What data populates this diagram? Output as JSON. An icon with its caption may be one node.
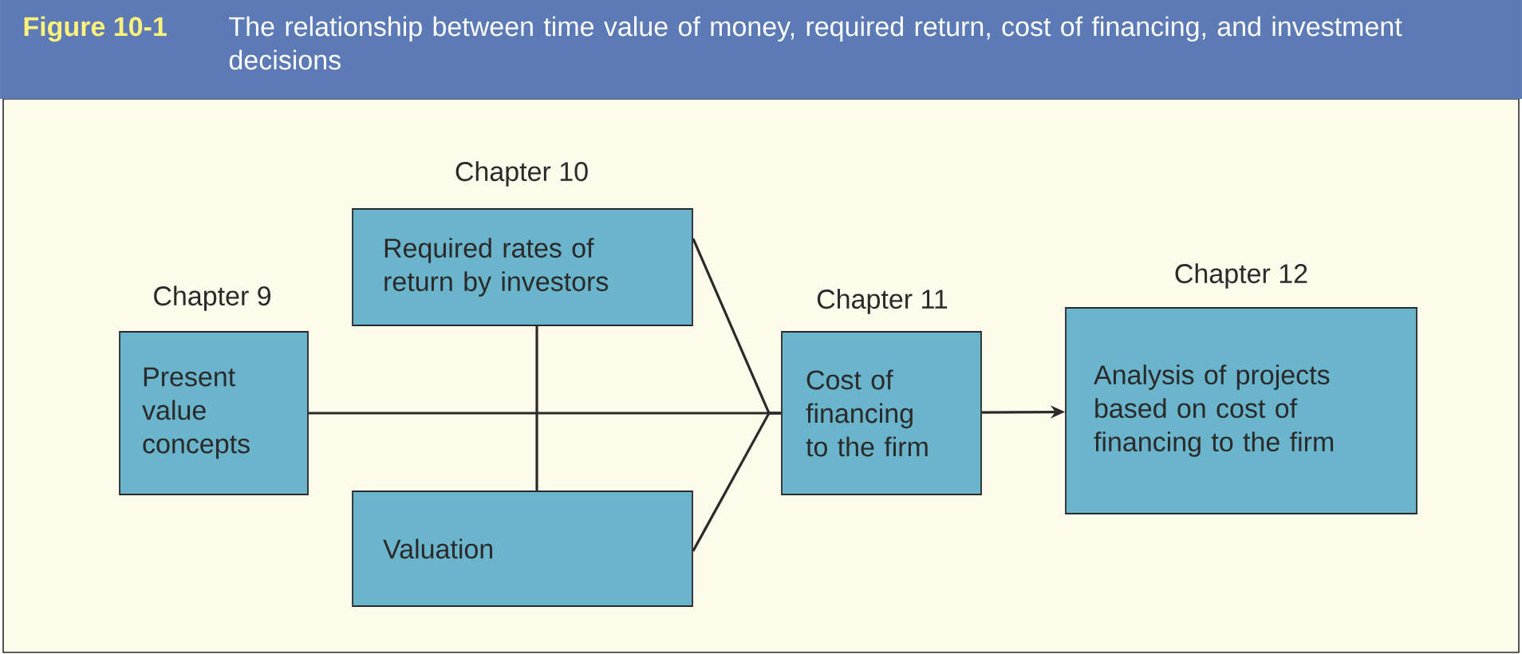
{
  "diagram": {
    "title": "The relationship between time value of money, required return, cost of financing, and investment decisions",
    "nodes": [
      {
        "text": [
          "Chapter 9",
          "Present value concepts"
        ]
      },
      {
        "text": [
          "Chapter 10",
          "Required rates of return by investors"
        ]
      },
      {
        "text": [
          "Valuation"
        ]
      },
      {
        "text": [
          "Chapter 11",
          "Cost of financing to the firm"
        ]
      },
      {
        "text": [
          "Chapter 12",
          "Analysis of projects based on cost of financing to the firm"
        ]
      }
    ],
    "edges": [
      {
        "from": 1,
        "to": 2,
        "arrow": "none"
      },
      {
        "from": 0,
        "to": 3,
        "arrow": "none"
      },
      {
        "from": 1,
        "to": 3,
        "arrow": "none"
      },
      {
        "from": 2,
        "to": 3,
        "arrow": "none"
      },
      {
        "from": 3,
        "to": 4,
        "arrow": "to"
      }
    ],
    "labels": [
      "Figure 10-1"
    ]
  }
}
